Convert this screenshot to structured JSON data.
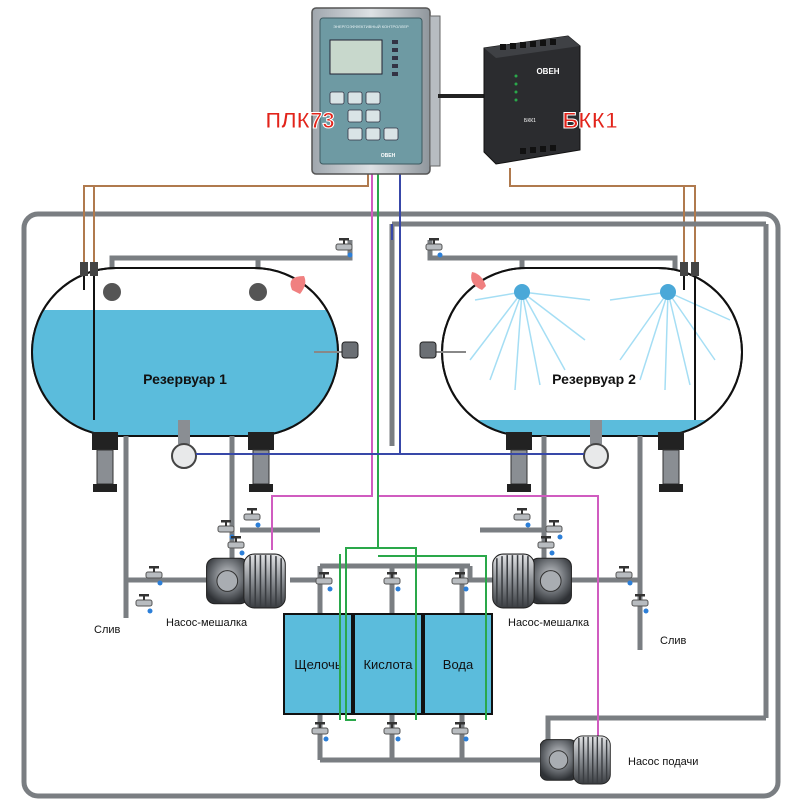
{
  "devices": {
    "plc_label": "ПЛК73",
    "bkk_label": "БКК1",
    "plc_panel_text": "ЭНЕРГОЭФФЕКТИВНЫЙ КОНТРОЛЛЕР",
    "plc_brand": "ОВЕН",
    "bkk_brand": "ОВЕН",
    "bkk_model": "БКК1"
  },
  "tanks": {
    "tank1_label": "Резервуар 1",
    "tank2_label": "Резервуар 2"
  },
  "containers": {
    "alkali_label": "Щелочь",
    "acid_label": "Кислота",
    "water_label": "Вода"
  },
  "equipment": {
    "pump_mixer_left_label": "Насос-мешалка",
    "pump_mixer_right_label": "Насос-мешалка",
    "feed_pump_label": "Насос подачи",
    "drain_left_label": "Слив",
    "drain_right_label": "Слив"
  },
  "colors": {
    "pipe": "#7a7e82",
    "liquid": "#5bbcdc",
    "signal_brown": "#b07a4e",
    "signal_pink": "#d05cc0",
    "signal_green": "#2aa84a",
    "signal_blue": "#3848a8",
    "label_red": "#e2231a"
  }
}
